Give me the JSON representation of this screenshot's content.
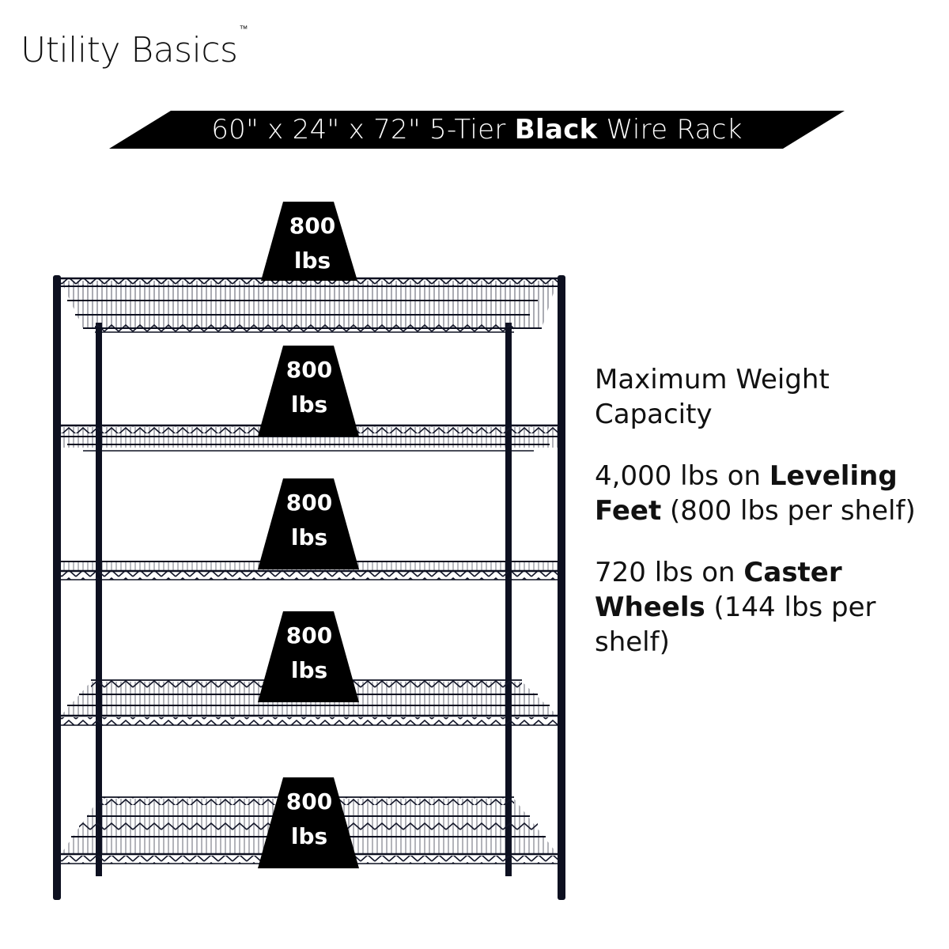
{
  "brand": {
    "name": "Utility Basics",
    "trademark": "™"
  },
  "banner": {
    "dims": "60\" x 24\" x 72\" 5-Tier ",
    "color_word": "Black",
    "suffix": " Wire Rack",
    "background": "#000000",
    "text_color": "#ffffff"
  },
  "rack": {
    "tiers": 5,
    "frame_color": "#0d1020",
    "badges": [
      {
        "value": "800",
        "unit": "lbs"
      },
      {
        "value": "800",
        "unit": "lbs"
      },
      {
        "value": "800",
        "unit": "lbs"
      },
      {
        "value": "800",
        "unit": "lbs"
      },
      {
        "value": "800",
        "unit": "lbs"
      }
    ]
  },
  "capacity": {
    "heading": "Maximum Weight Capacity",
    "leveling": {
      "prefix": "4,000 lbs on ",
      "bold": "Leveling Feet",
      "suffix": " (800 lbs per shelf)"
    },
    "caster": {
      "prefix": "720 lbs on ",
      "bold": "Caster Wheels",
      "suffix": " (144 lbs per shelf)"
    }
  }
}
